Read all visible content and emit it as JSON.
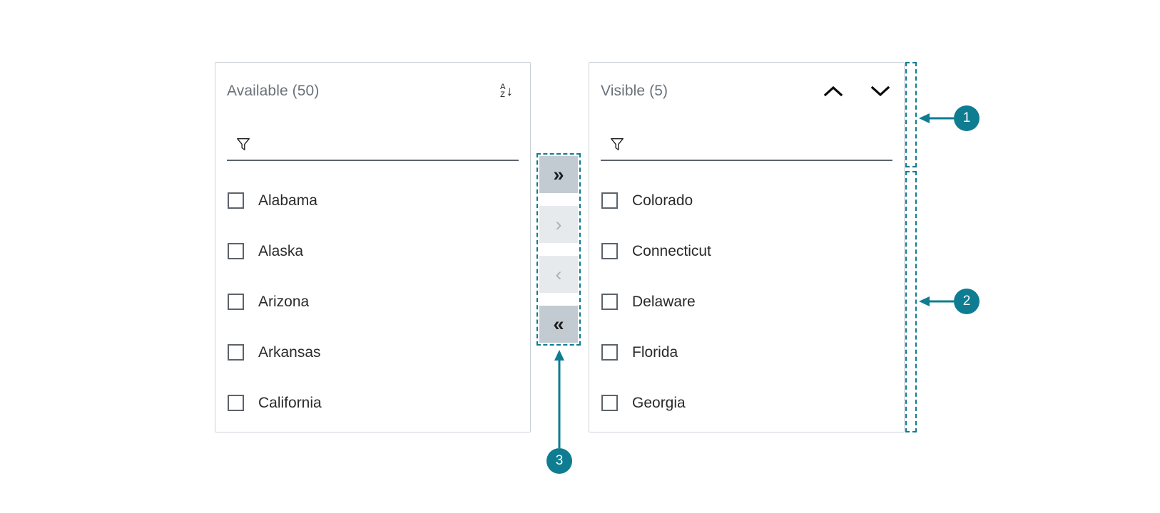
{
  "available_panel": {
    "title": "Available (50)",
    "sort_icon": {
      "top_letter": "A",
      "bottom_letter": "Z",
      "arrow": "↓"
    },
    "filter": {
      "value": "",
      "placeholder": ""
    },
    "items": [
      {
        "label": "Alabama",
        "checked": false
      },
      {
        "label": "Alaska",
        "checked": false
      },
      {
        "label": "Arizona",
        "checked": false
      },
      {
        "label": "Arkansas",
        "checked": false
      },
      {
        "label": "California",
        "checked": false
      }
    ]
  },
  "visible_panel": {
    "title": "Visible (5)",
    "move_up_label": "⌃",
    "move_down_label": "⌄",
    "filter": {
      "value": "",
      "placeholder": ""
    },
    "items": [
      {
        "label": "Colorado",
        "checked": false
      },
      {
        "label": "Connecticut",
        "checked": false
      },
      {
        "label": "Delaware",
        "checked": false
      },
      {
        "label": "Florida",
        "checked": false
      },
      {
        "label": "Georgia",
        "checked": false
      }
    ]
  },
  "transfer_buttons": [
    {
      "glyph": "»",
      "name": "move-all-right",
      "enabled": true
    },
    {
      "glyph": "›",
      "name": "move-right",
      "enabled": false
    },
    {
      "glyph": "‹",
      "name": "move-left",
      "enabled": false
    },
    {
      "glyph": "«",
      "name": "move-all-left",
      "enabled": true
    }
  ],
  "annotations": [
    {
      "number": "1"
    },
    {
      "number": "2"
    },
    {
      "number": "3"
    }
  ],
  "colors": {
    "accent": "#0e7c91",
    "panel_border": "#ccd2d9",
    "title_text": "#6a7279",
    "item_text": "#2a2a2a",
    "underline": "#5c636b",
    "button_enabled": "#c3cbd2",
    "button_disabled": "#e7eaed",
    "button_disabled_glyph": "#aab1b8"
  }
}
